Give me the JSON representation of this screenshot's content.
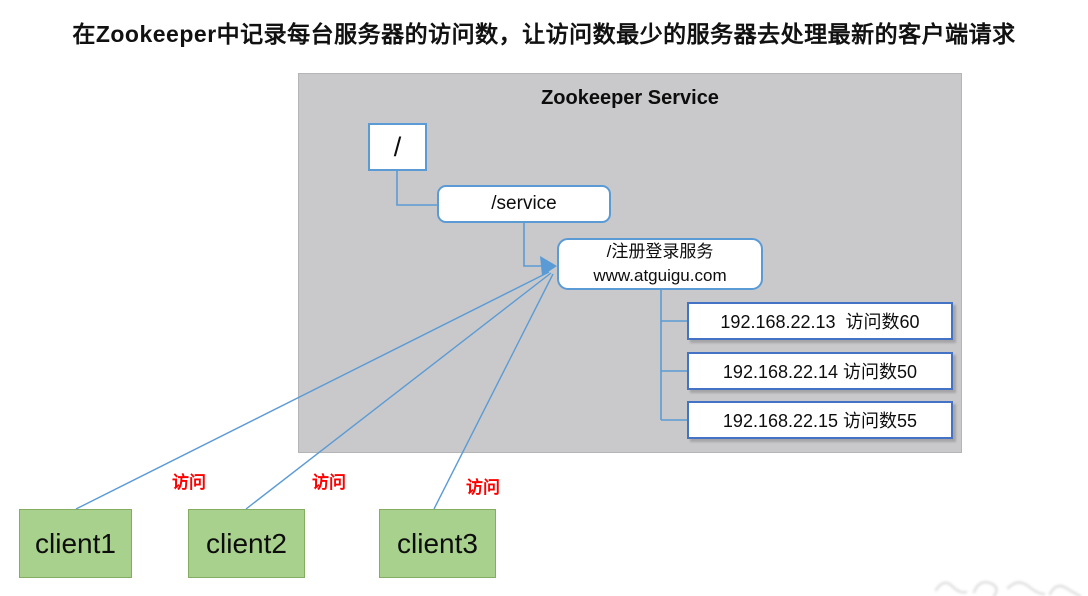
{
  "title": "在Zookeeper中记录每台服务器的访问数，让访问数最少的服务器去处理最新的客户端请求",
  "zookeeper_panel": {
    "title": "Zookeeper Service",
    "nodes": {
      "root": "/",
      "service": "/service",
      "app": {
        "line1": "/注册登录服务",
        "line2": "www.atguigu.com"
      },
      "servers": [
        "192.168.22.13  访问数60",
        "192.168.22.14 访问数50",
        "192.168.22.15 访问数55"
      ]
    }
  },
  "clients": [
    "client1",
    "client2",
    "client3"
  ],
  "access_labels": [
    "访问",
    "访问",
    "访问"
  ],
  "colors": {
    "line_blue": "#5b9bd5",
    "node_border_blue": "#5b9bd5",
    "server_border_blue": "#4472c4",
    "client_green": "#a9d18e",
    "panel_gray": "#c9c9cb",
    "access_red": "#ff0000"
  }
}
